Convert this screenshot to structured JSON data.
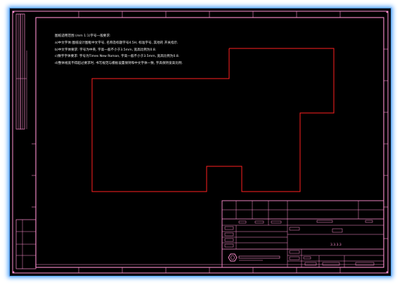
{
  "drawing": {
    "notes": [
      "图纸适用范围 (mm 1:1)字号一般要求:",
      "a)中文字体:图纸设计图框中文字号, 名称及标题字号4.5H, 标准字号, 其他的 开关指示.",
      "b)中文字体要求: 字号为中英, 字高一般不小于3.5mm, 宽高比例为0.8.",
      "c)数字字体要求: 字号为Times New Roman, 字高一般不小于3.5mm, 宽高比例为0.8.",
      "d)整体线宽不得超过要求时, 书写规范与模板设置保持和中文字体一致, 字高保持宽高比例."
    ],
    "title_block": {
      "center_code": "3.3.3.3"
    }
  },
  "colors": {
    "background": "#000000",
    "frame_lines": "#ff8fd0",
    "outline": "#ff2020",
    "window_glow": "#5aa8ff"
  },
  "icons": {
    "logo": "company-logo-icon"
  }
}
